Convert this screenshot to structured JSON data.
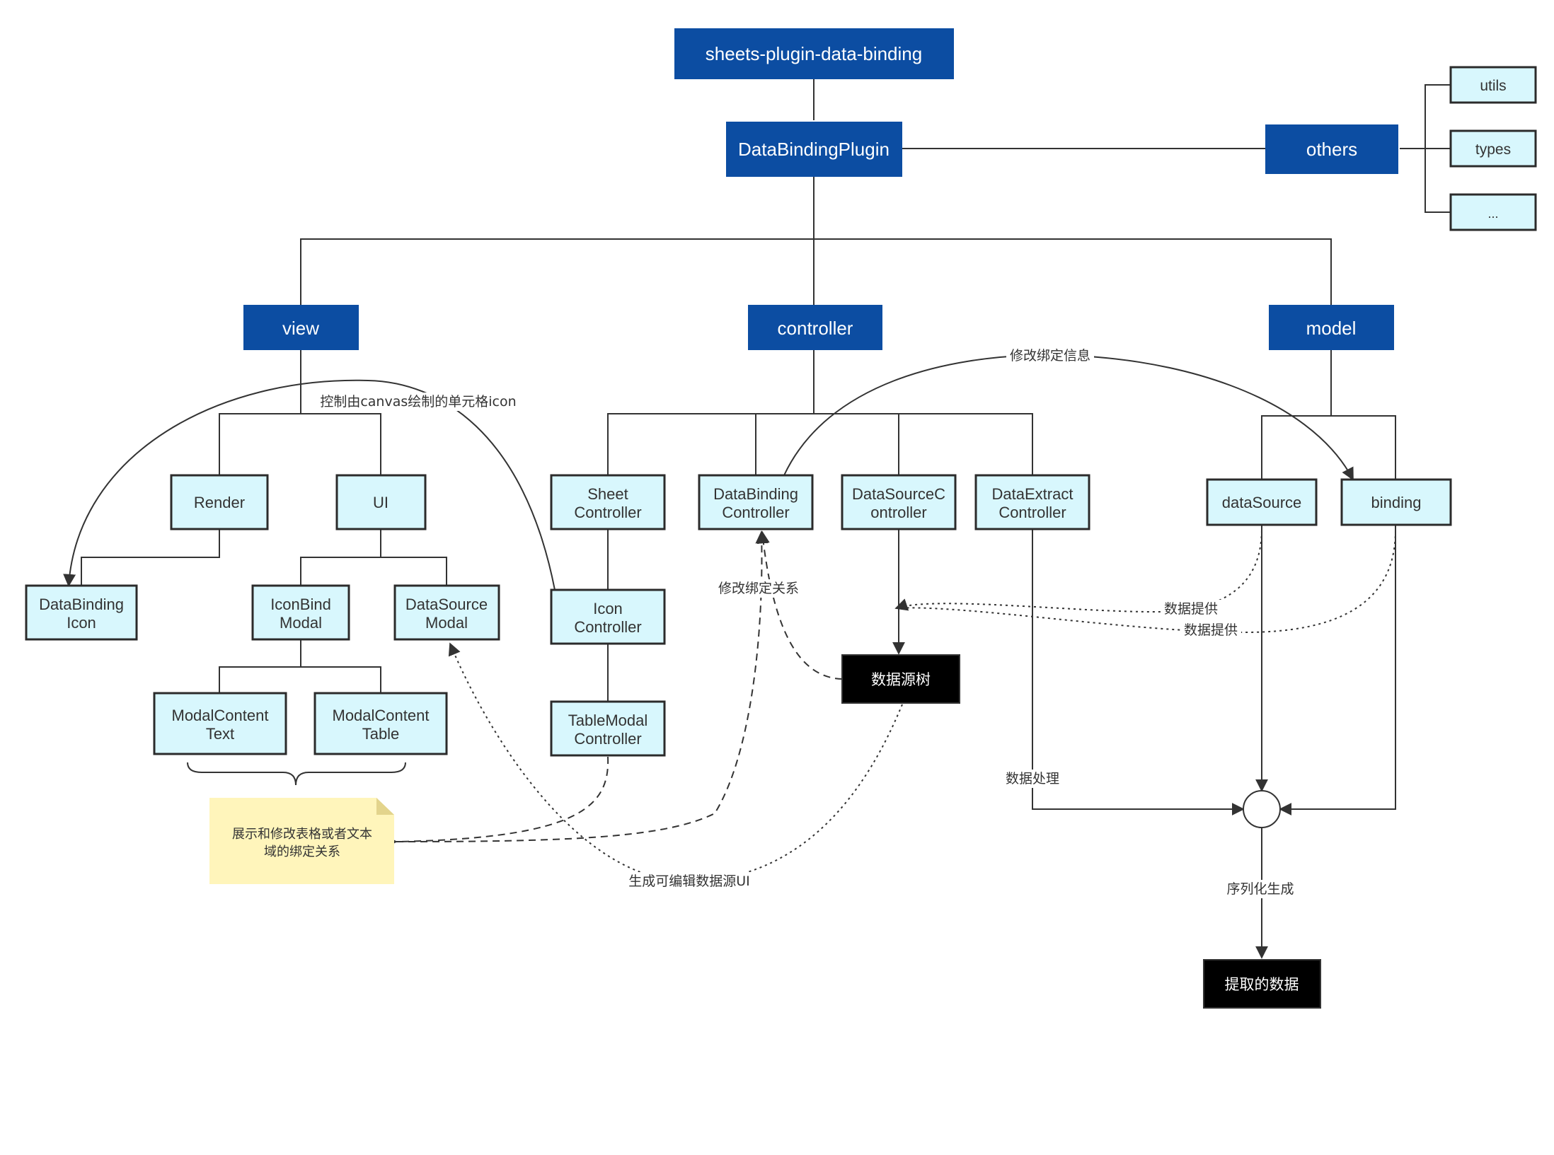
{
  "title": "sheets-plugin-data-binding",
  "colors": {
    "primary_box": "#0c4da2",
    "module_fill": "#d8f7fd",
    "module_stroke": "#2b2b2b",
    "note_fill": "#fff5bb",
    "dark_box": "#000000",
    "line": "#333333"
  },
  "nodes": {
    "root": "sheets-plugin-data-binding",
    "plugin": "DataBindingPlugin",
    "others": "others",
    "utils": "utils",
    "types": "types",
    "ellipsis": "...",
    "view": "view",
    "controller": "controller",
    "model": "model",
    "render": "Render",
    "ui": "UI",
    "databinding_icon": [
      "DataBinding",
      "Icon"
    ],
    "iconbind_modal": [
      "IconBind",
      "Modal"
    ],
    "datasource_modal": [
      "DataSource",
      "Modal"
    ],
    "modalcontent_text": [
      "ModalContent",
      "Text"
    ],
    "modalcontent_table": [
      "ModalContent",
      "Table"
    ],
    "sheet_controller": [
      "Sheet",
      "Controller"
    ],
    "icon_controller": [
      "Icon",
      "Controller"
    ],
    "tablemodal_controller": [
      "TableModal",
      "Controller"
    ],
    "databinding_controller": [
      "DataBinding",
      "Controller"
    ],
    "datasource_controller": [
      "DataSourceC",
      "ontroller"
    ],
    "dataextract_controller": [
      "DataExtract",
      "Controller"
    ],
    "datasource": "dataSource",
    "binding": "binding",
    "datasource_tree": "数据源树",
    "extracted_data": "提取的数据"
  },
  "note": [
    "展示和修改表格或者文本",
    "域的绑定关系"
  ],
  "edge_labels": {
    "control_icon": "控制由canvas绘制的单元格icon",
    "modify_binding_info": "修改绑定信息",
    "modify_binding_relation": "修改绑定关系",
    "data_provide_1": "数据提供",
    "data_provide_2": "数据提供",
    "data_process": "数据处理",
    "serialize": "序列化生成",
    "generate_ui": "生成可编辑数据源UI"
  }
}
